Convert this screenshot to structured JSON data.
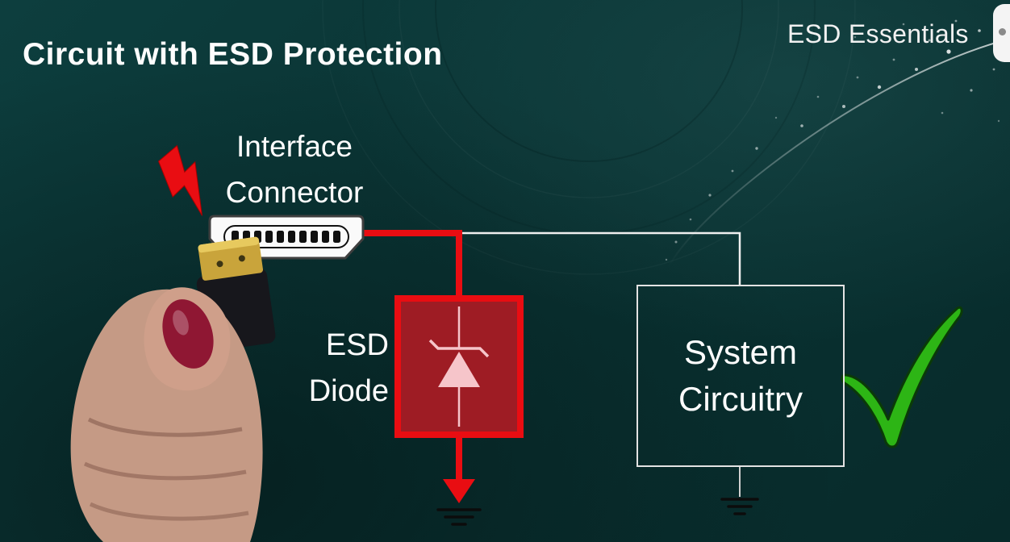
{
  "header": {
    "title": "Circuit with ESD Protection",
    "brand": "ESD Essentials"
  },
  "diagram": {
    "connector_label": {
      "line1": "Interface",
      "line2": "Connector"
    },
    "esd_diode_label": {
      "line1": "ESD",
      "line2": "Diode"
    },
    "system_box_label": {
      "line1": "System",
      "line2": "Circuitry"
    }
  },
  "icons": {
    "lightning": "esd-strike-lightning-icon",
    "hdmi_connector": "hdmi-connector-icon",
    "zener_diode": "zener-diode-symbol",
    "ground": "ground-symbol-icon",
    "checkmark": "success-check-icon",
    "hand_photo": "hand-holding-hdmi-plug-photo",
    "logo": "channel-logo"
  },
  "colors": {
    "background_teal": "#0a3636",
    "esd_red": "#e90d12",
    "diode_box_fill": "#9e1c24",
    "diode_symbol_pink": "#f6c5ca",
    "wire_white": "#efefef",
    "check_green": "#2db515",
    "text_white": "#ffffff"
  }
}
